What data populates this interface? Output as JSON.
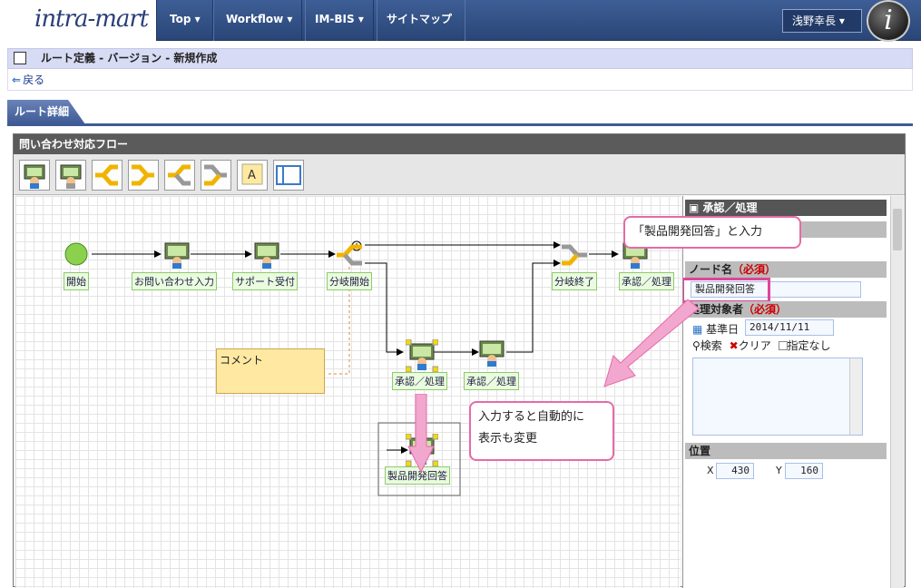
{
  "header": {
    "logo_text": "intra-mart",
    "nav": [
      {
        "label": "Top ▾"
      },
      {
        "label": "Workflow ▾"
      },
      {
        "label": "IM-BIS ▾"
      },
      {
        "label": "サイトマップ"
      }
    ],
    "user": "浅野幸長 ▾",
    "badge": "i"
  },
  "page": {
    "title": "ルート定義 - バージョン - 新規作成",
    "back": "戻る",
    "tab": "ルート詳細"
  },
  "flow": {
    "title": "問い合わせ対応フロー",
    "nodes": [
      {
        "label": "開始"
      },
      {
        "label": "お問い合わせ入力"
      },
      {
        "label": "サポート受付"
      },
      {
        "label": "分岐開始"
      },
      {
        "label": "分岐終了"
      },
      {
        "label": "承認／処理"
      },
      {
        "label": "承認／処理"
      },
      {
        "label": "承認／処理"
      },
      {
        "label": "製品開発回答"
      }
    ],
    "comment": "コメント"
  },
  "side": {
    "section_title": "承認／処理",
    "node_name_label": "ノード名",
    "required": "（必須）",
    "node_name_value": "製品開発回答",
    "target_label": "処理対象者",
    "base_date_label": "基準日",
    "base_date_value": "2014/11/11",
    "search": "検索",
    "clear": "クリア",
    "unspecified": "指定なし",
    "position_label": "位置",
    "x_label": "X",
    "x_value": "430",
    "y_label": "Y",
    "y_value": "160"
  },
  "callouts": {
    "input": "「製品開発回答」と入力",
    "auto": "入力すると自動的に\n表示も変更"
  }
}
